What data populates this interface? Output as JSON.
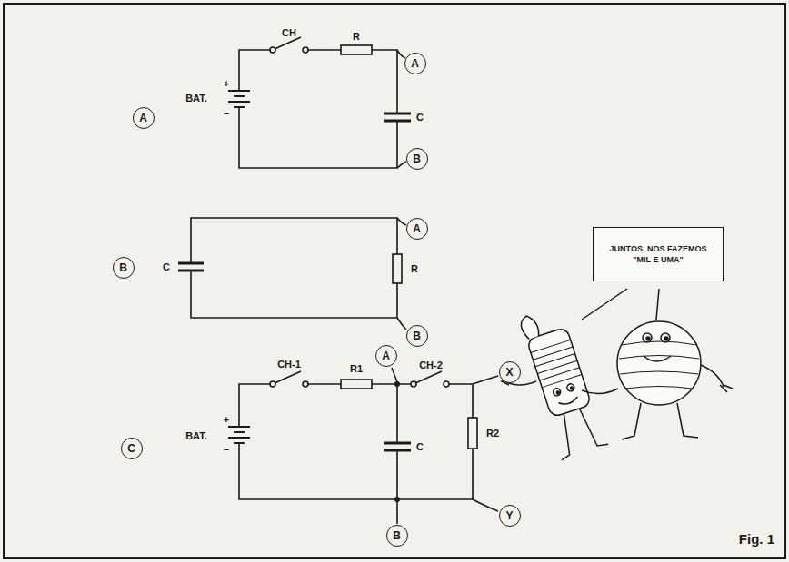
{
  "diagram": {
    "caption": "Fig. 1",
    "nodes": [
      {
        "text": [
          "A"
        ]
      },
      {
        "text": [
          "A"
        ]
      },
      {
        "text": [
          "B"
        ]
      },
      {
        "text": [
          "B"
        ]
      },
      {
        "text": [
          "A"
        ]
      },
      {
        "text": [
          "B"
        ]
      },
      {
        "text": [
          "JUNTOS, NOS FAZEMOS \"MIL E UMA\""
        ]
      },
      {
        "text": [
          "C"
        ]
      },
      {
        "text": [
          "A"
        ]
      },
      {
        "text": [
          "X"
        ]
      },
      {
        "text": [
          "Y"
        ]
      },
      {
        "text": [
          "B"
        ]
      }
    ],
    "labels": [
      "CH",
      "R",
      "+",
      "BAT.",
      "−",
      "C",
      "C",
      "R",
      "CH-1",
      "R1",
      "CH-2",
      "+",
      "BAT.",
      "−",
      "C",
      "R2"
    ]
  }
}
